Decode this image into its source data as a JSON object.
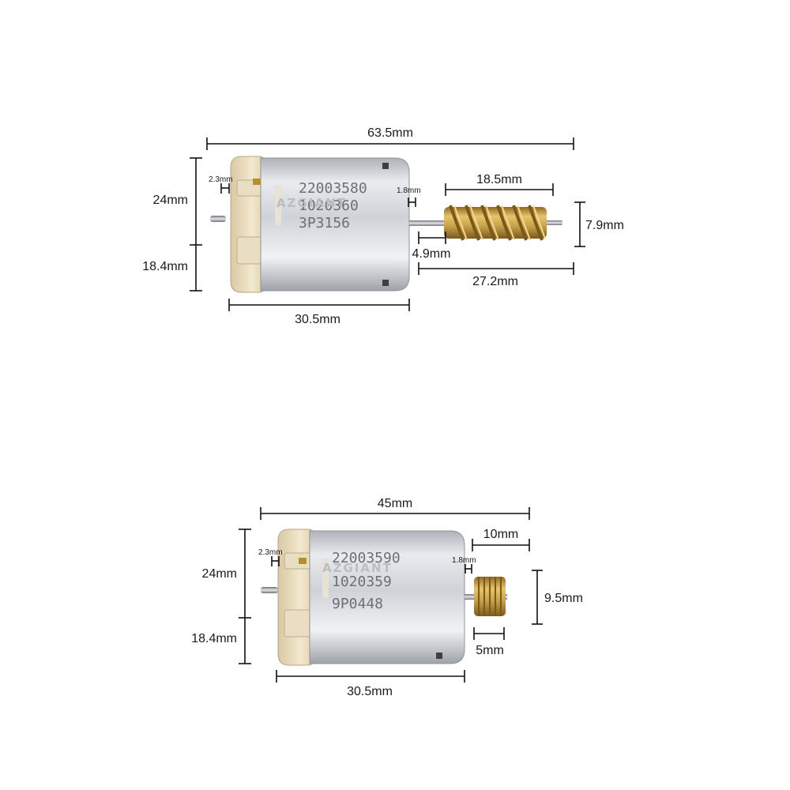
{
  "motor_top": {
    "print_lines": [
      "22003580",
      "1020360",
      "3P3156"
    ],
    "brand": "AZGIANT",
    "dimensions": {
      "overall_length": "63.5mm",
      "height_upper": "24mm",
      "height_lower": "18.4mm",
      "end_cap_width": "2.3mm",
      "shaft_gap": "1.8mm",
      "worm_length": "18.5mm",
      "worm_diameter": "7.9mm",
      "shaft_exposed": "4.9mm",
      "shaft_total": "27.2mm",
      "body_length": "30.5mm"
    }
  },
  "motor_bottom": {
    "print_lines": [
      "22003590",
      "1020359",
      "9P0448"
    ],
    "brand": "AZGIANT",
    "dimensions": {
      "overall_length": "45mm",
      "height_upper": "24mm",
      "height_lower": "18.4mm",
      "end_cap_width": "2.3mm",
      "shaft_gap": "1.8mm",
      "shaft_length": "10mm",
      "gear_diameter": "9.5mm",
      "gear_length": "5mm",
      "body_length": "30.5mm"
    }
  },
  "colors": {
    "can_silver": "#c9ccd2",
    "end_cap": "#e8dcc0",
    "worm_brass": "#c9a24a",
    "gear_brass": "#d4a94e",
    "dimension_line": "#111111"
  }
}
